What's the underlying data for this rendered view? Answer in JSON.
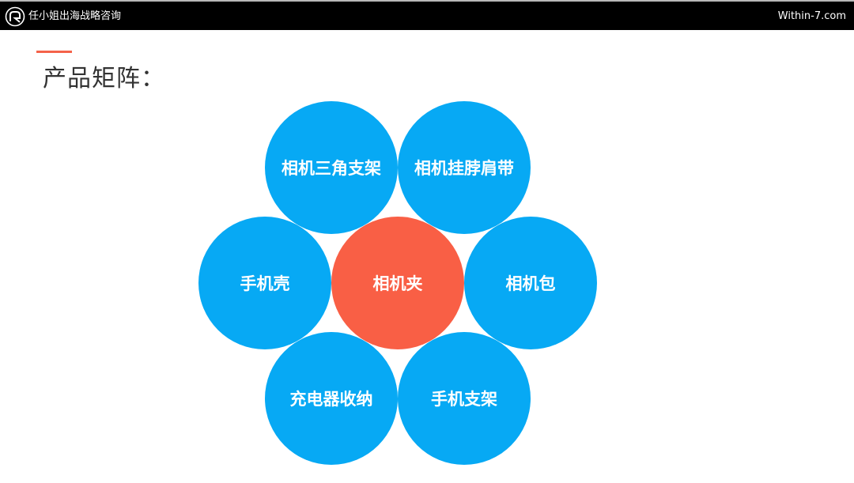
{
  "header": {
    "logo_icon": "brand-logo-icon",
    "brand_name": "任小姐出海战略咨询",
    "site": "Within-7.com"
  },
  "slide": {
    "title": "产品矩阵：",
    "accent_color": "#f4634a"
  },
  "matrix": {
    "center": {
      "label": "相机夹",
      "color": "#f95f45"
    },
    "satellite_color": "#07a9f4",
    "items": [
      {
        "label": "相机三角支架",
        "position": "top-left"
      },
      {
        "label": "相机挂脖肩带",
        "position": "top-right"
      },
      {
        "label": "手机壳",
        "position": "left"
      },
      {
        "label": "相机包",
        "position": "right"
      },
      {
        "label": "充电器收纳",
        "position": "bottom-left"
      },
      {
        "label": "手机支架",
        "position": "bottom-right"
      }
    ]
  }
}
